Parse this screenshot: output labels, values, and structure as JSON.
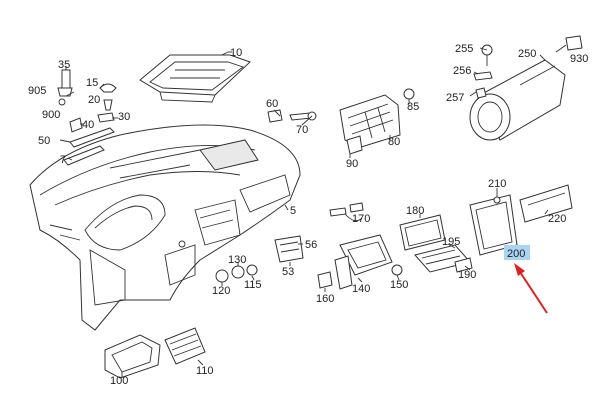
{
  "diagram": {
    "labels": [
      {
        "id": "10",
        "text": "10"
      },
      {
        "id": "35",
        "text": "35"
      },
      {
        "id": "905",
        "text": "905"
      },
      {
        "id": "900",
        "text": "900"
      },
      {
        "id": "15",
        "text": "15"
      },
      {
        "id": "20",
        "text": "20"
      },
      {
        "id": "30",
        "text": "30"
      },
      {
        "id": "40",
        "text": "40"
      },
      {
        "id": "50",
        "text": "50"
      },
      {
        "id": "7",
        "text": "7"
      },
      {
        "id": "60",
        "text": "60"
      },
      {
        "id": "70",
        "text": "70"
      },
      {
        "id": "85",
        "text": "85"
      },
      {
        "id": "80",
        "text": "80"
      },
      {
        "id": "90",
        "text": "90"
      },
      {
        "id": "255",
        "text": "255"
      },
      {
        "id": "250",
        "text": "250"
      },
      {
        "id": "930",
        "text": "930"
      },
      {
        "id": "256",
        "text": "256"
      },
      {
        "id": "257",
        "text": "257"
      },
      {
        "id": "5",
        "text": "5"
      },
      {
        "id": "170",
        "text": "170"
      },
      {
        "id": "180",
        "text": "180"
      },
      {
        "id": "210",
        "text": "210"
      },
      {
        "id": "220",
        "text": "220"
      },
      {
        "id": "195",
        "text": "195"
      },
      {
        "id": "190",
        "text": "190"
      },
      {
        "id": "200",
        "text": "200"
      },
      {
        "id": "56",
        "text": "56"
      },
      {
        "id": "53",
        "text": "53"
      },
      {
        "id": "130",
        "text": "130"
      },
      {
        "id": "120",
        "text": "120"
      },
      {
        "id": "115",
        "text": "115"
      },
      {
        "id": "160",
        "text": "160"
      },
      {
        "id": "140",
        "text": "140"
      },
      {
        "id": "150",
        "text": "150"
      },
      {
        "id": "100",
        "text": "100"
      },
      {
        "id": "110",
        "text": "110"
      }
    ],
    "highlighted_label": "200",
    "colors": {
      "highlight": "#a9d5f2",
      "arrow": "#e02020",
      "line": "#333333"
    }
  }
}
